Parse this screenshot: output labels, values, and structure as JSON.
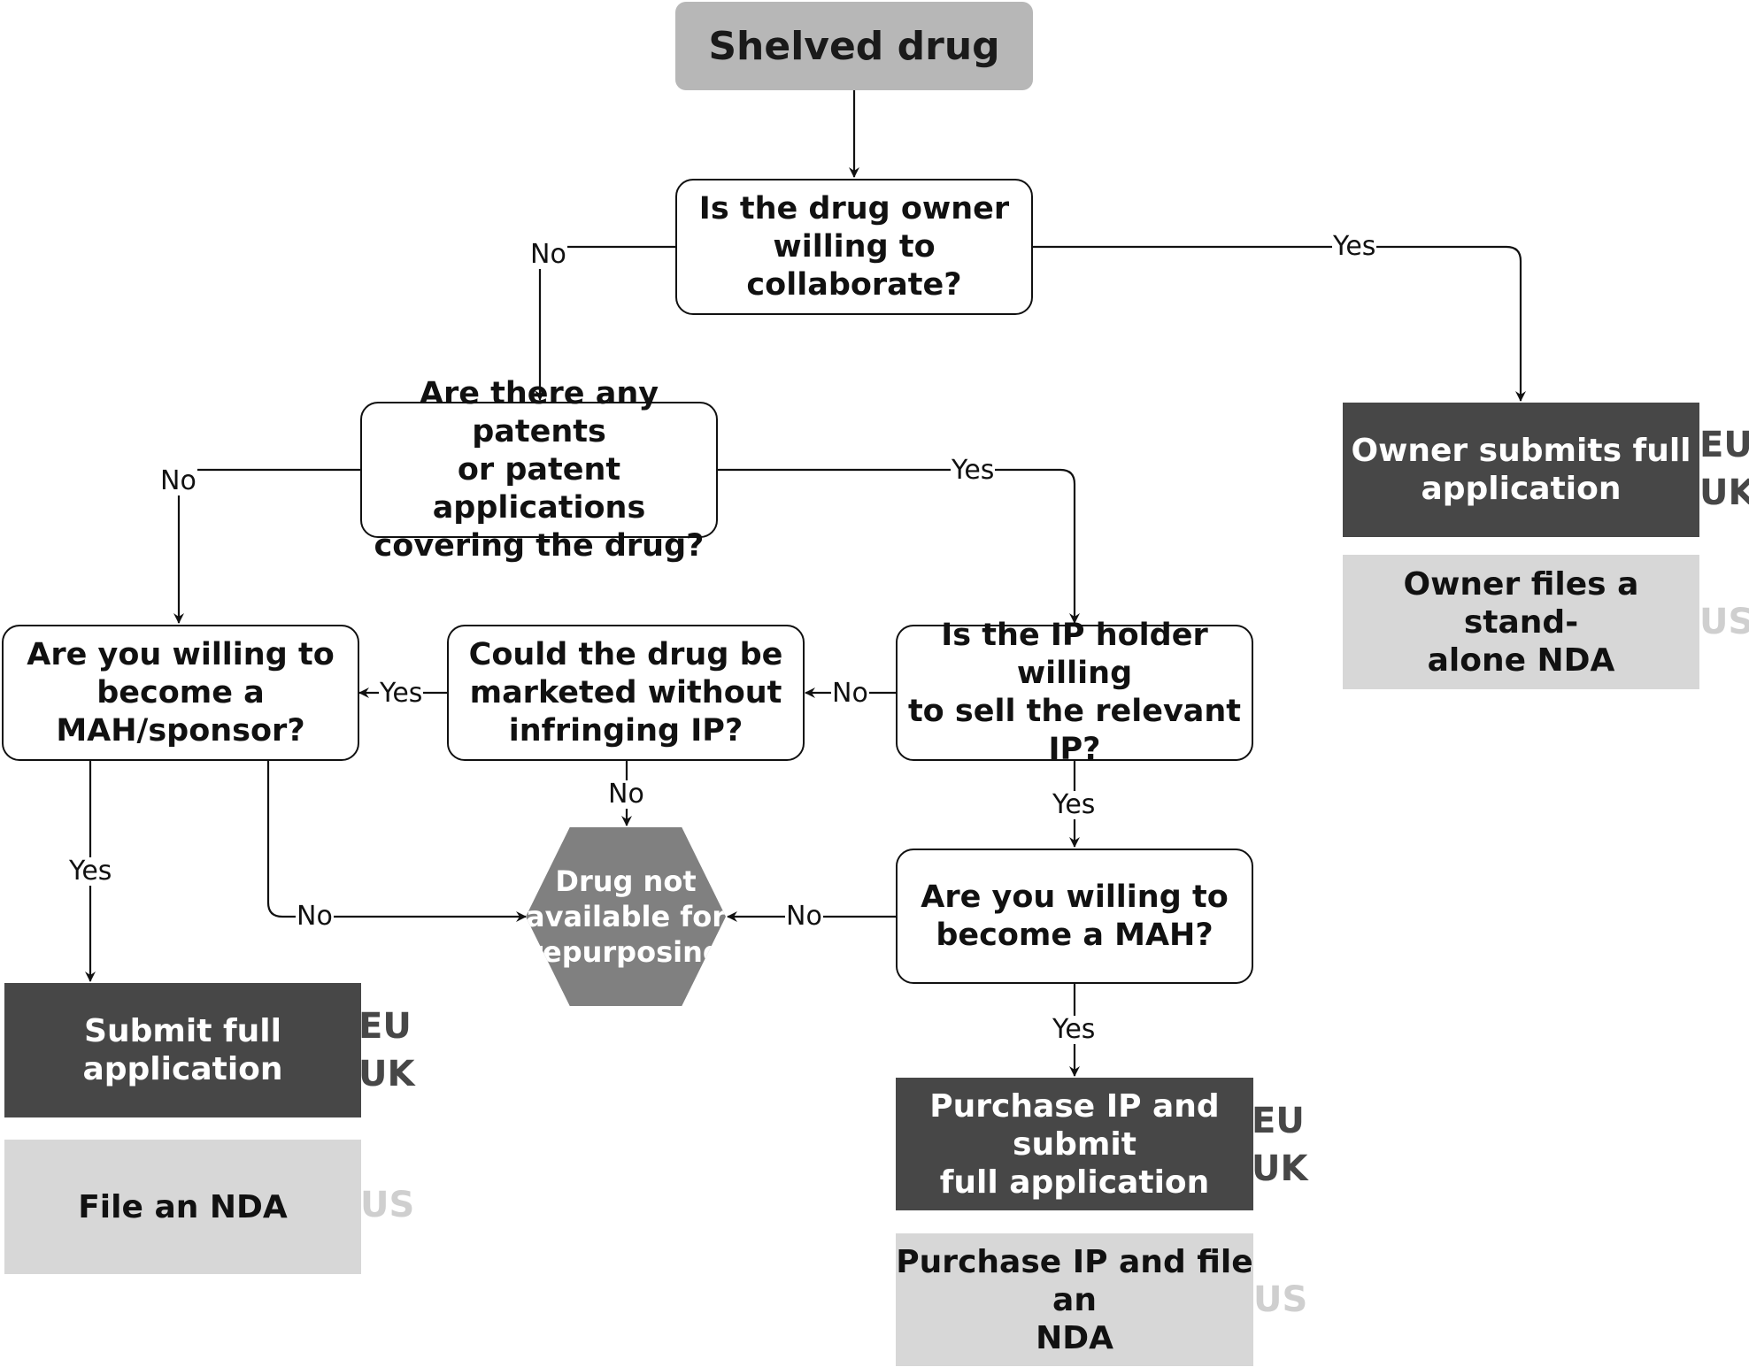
{
  "nodes": {
    "shelved_drug": "Shelved drug",
    "q_owner_collaborate": "Is the drug owner\nwilling to collaborate?",
    "q_patents": "Are there any patents\nor patent applications\ncovering the drug?",
    "q_become_mah_sponsor": "Are you willing to\nbecome a\nMAH/sponsor?",
    "q_marketed_without_ip": "Could the drug be\nmarketed without\ninfringing IP?",
    "q_ip_holder_sell": "Is the IP holder willing\nto sell the relevant IP?",
    "q_become_mah": "Are you willing to\nbecome a MAH?",
    "drug_not_available": "Drug not\navailable for\nrepurposing",
    "owner_full_application": "Owner submits full\napplication",
    "owner_nda": "Owner files a stand-\nalone NDA",
    "submit_full_application": "Submit full application",
    "file_nda": "File an NDA",
    "purchase_ip_full_application": "Purchase IP and submit\nfull application",
    "purchase_ip_nda": "Purchase IP and file an\nNDA"
  },
  "regions": {
    "eu_uk": "EU\nUK",
    "us": "US"
  },
  "edge_labels": {
    "owner_no": "No",
    "owner_yes": "Yes",
    "patents_no": "No",
    "patents_yes": "Yes",
    "marketed_yes": "Yes",
    "ip_holder_no": "No",
    "marketed_no": "No",
    "ip_holder_yes": "Yes",
    "mah_sponsor_yes": "Yes",
    "mah_sponsor_no": "No",
    "mah_no": "No",
    "mah_yes": "Yes"
  }
}
